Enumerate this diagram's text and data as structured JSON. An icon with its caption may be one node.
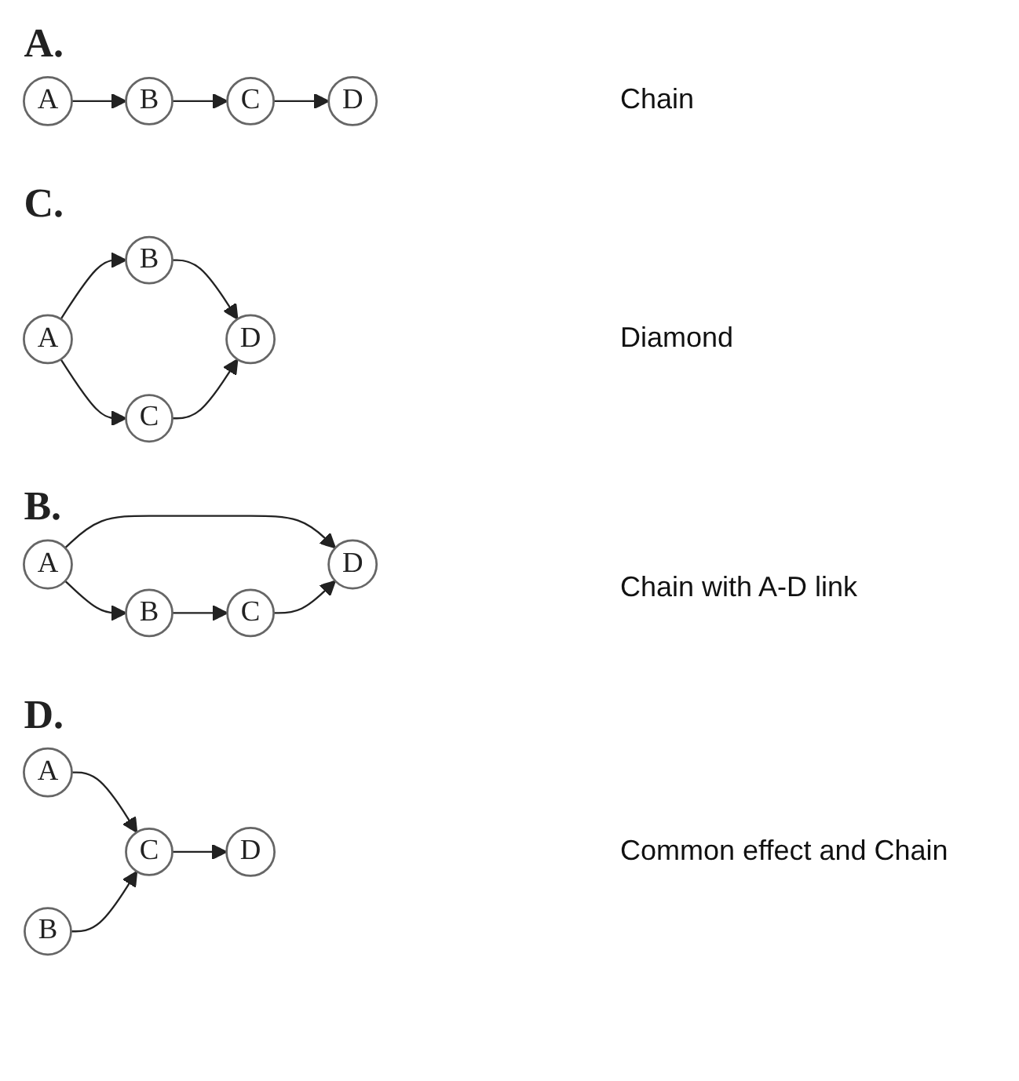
{
  "diagram": {
    "nodes": [
      {
        "text": [
          "A"
        ]
      },
      {
        "text": [
          "B"
        ]
      },
      {
        "text": [
          "C"
        ]
      },
      {
        "text": [
          "D"
        ]
      },
      {
        "text": [
          "A"
        ]
      },
      {
        "text": [
          "B"
        ]
      },
      {
        "text": [
          "C"
        ]
      },
      {
        "text": [
          "D"
        ]
      },
      {
        "text": [
          "A"
        ]
      },
      {
        "text": [
          "B"
        ]
      },
      {
        "text": [
          "C"
        ]
      },
      {
        "text": [
          "D"
        ]
      },
      {
        "text": [
          "A"
        ]
      },
      {
        "text": [
          "B"
        ]
      },
      {
        "text": [
          "C"
        ]
      },
      {
        "text": [
          "D"
        ]
      }
    ],
    "edges": [
      {
        "from": 0,
        "to": 1,
        "arrow": "to"
      },
      {
        "from": 1,
        "to": 2,
        "arrow": "to"
      },
      {
        "from": 2,
        "to": 3,
        "arrow": "to"
      },
      {
        "from": 4,
        "to": 7,
        "arrow": "to"
      },
      {
        "from": 4,
        "to": 5,
        "arrow": "to"
      },
      {
        "from": 5,
        "to": 6,
        "arrow": "to"
      },
      {
        "from": 6,
        "to": 7,
        "arrow": "to"
      },
      {
        "from": 8,
        "to": 9,
        "arrow": "to"
      },
      {
        "from": 8,
        "to": 10,
        "arrow": "to"
      },
      {
        "from": 9,
        "to": 11,
        "arrow": "to"
      },
      {
        "from": 10,
        "to": 11,
        "arrow": "to"
      },
      {
        "from": 12,
        "to": 14,
        "arrow": "to"
      },
      {
        "from": 13,
        "to": 14,
        "arrow": "to"
      },
      {
        "from": 14,
        "to": 15,
        "arrow": "to"
      }
    ],
    "labels": [
      "A.",
      "Chain",
      "B.",
      "Chain with A-D link",
      "C.",
      "Diamond",
      "D.",
      "Common effect and Chain"
    ]
  }
}
